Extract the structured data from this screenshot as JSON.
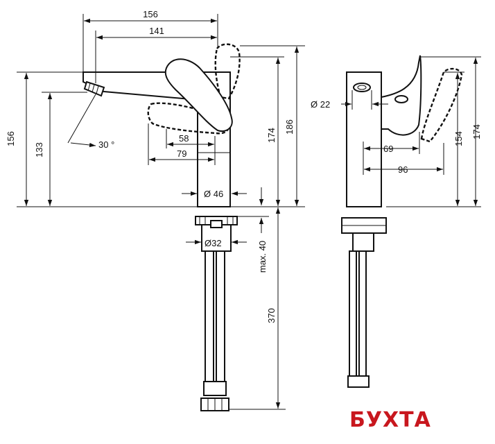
{
  "dimensions": {
    "spout_reach_total": "156",
    "spout_reach_inner": "141",
    "spout_height": "156",
    "outlet_height": "133",
    "spray_angle": "30 °",
    "lever_reach": "58",
    "lever_reach_open": "79",
    "base_diameter": "Ø 46",
    "body_height": "174",
    "total_height": "186",
    "shank_diameter": "Ø32",
    "max_counter_thickness": "max. 40",
    "hose_length": "370",
    "popup_diameter": "Ø 22",
    "side_depth_1": "69",
    "side_depth_2": "96",
    "side_height_1": "154",
    "side_height_2": "174"
  },
  "watermark": "БУХТА",
  "colors": {
    "line": "#111111",
    "brand": "#c8171e"
  }
}
